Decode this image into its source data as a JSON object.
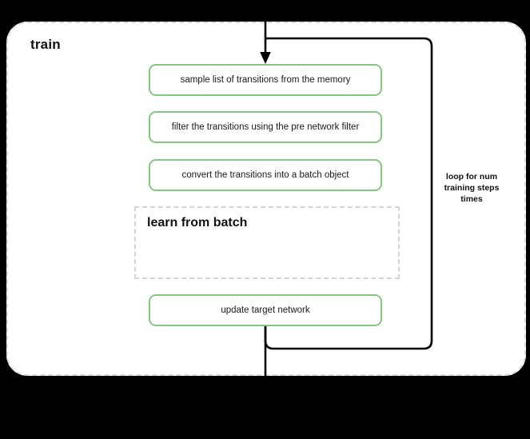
{
  "diagram": {
    "title": "train",
    "background_color": "#000000",
    "container_fill": "#ffffff",
    "container_border_color": "#d9d9d9",
    "accent_color": "#84c87e",
    "connector_color": "#000000",
    "subflow_border_color": "#d4d4d4"
  },
  "steps": [
    {
      "label": "sample list of transitions from the memory"
    },
    {
      "label": "filter the transitions using the pre network filter"
    },
    {
      "label": "convert the transitions into a batch object"
    },
    {
      "label": "update target network"
    }
  ],
  "subflow": {
    "title": "learn from batch"
  },
  "loop": {
    "label": "loop for num training steps times"
  },
  "icons": {
    "arrow_down": "arrow-down-icon",
    "loop_back": "loop-back-icon"
  }
}
